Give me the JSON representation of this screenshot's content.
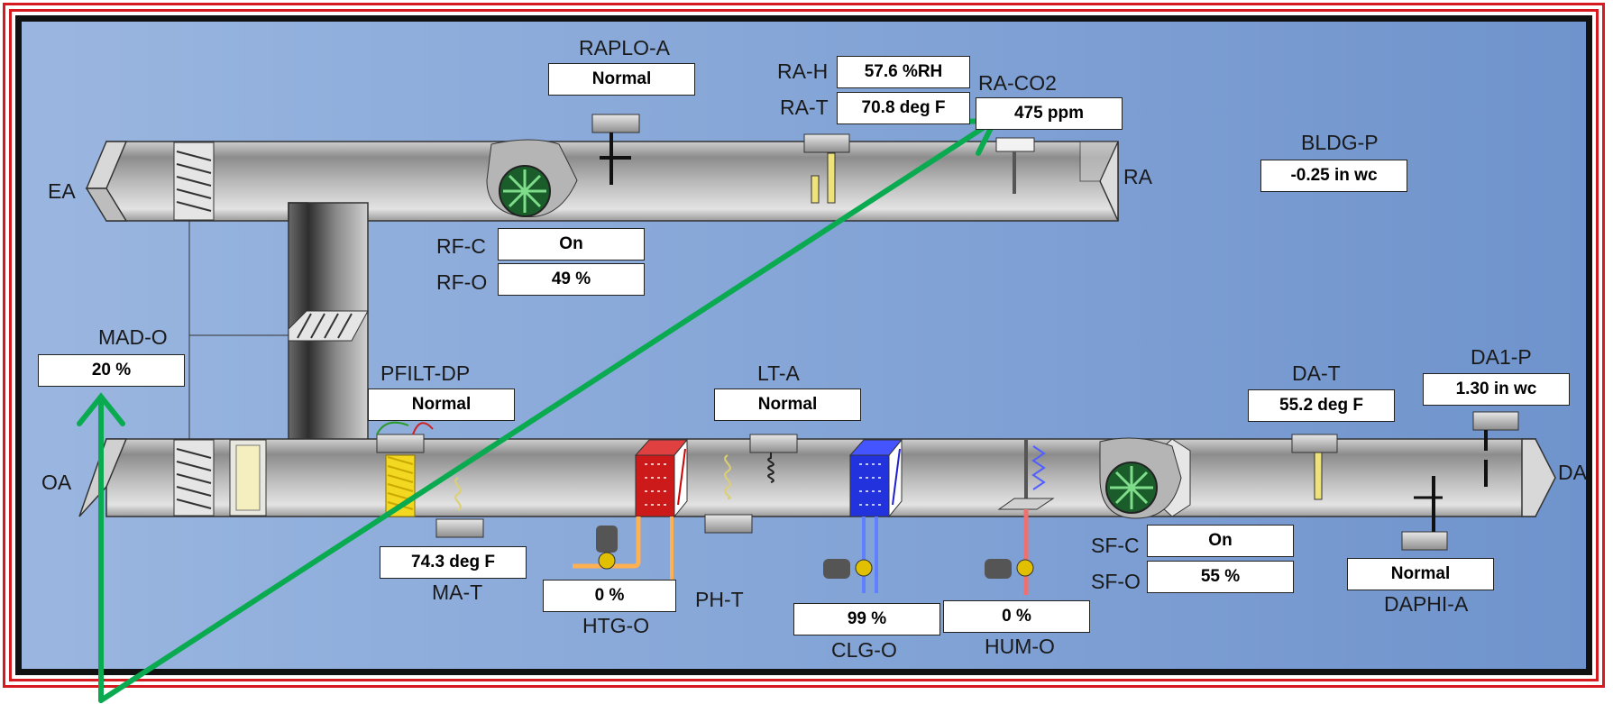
{
  "points": {
    "raplo_a": {
      "label": "RAPLO-A",
      "value": "Normal"
    },
    "ra_h": {
      "label": "RA-H",
      "value": "57.6 %RH"
    },
    "ra_t": {
      "label": "RA-T",
      "value": "70.8 deg F"
    },
    "ra_co2": {
      "label": "RA-CO2",
      "value": "475 ppm"
    },
    "bldg_p": {
      "label": "BLDG-P",
      "value": "-0.25 in wc"
    },
    "rf_c": {
      "label": "RF-C",
      "value": "On"
    },
    "rf_o": {
      "label": "RF-O",
      "value": "49 %"
    },
    "mad_o": {
      "label": "MAD-O",
      "value": "20 %"
    },
    "pfilt_dp": {
      "label": "PFILT-DP",
      "value": "Normal"
    },
    "lt_a": {
      "label": "LT-A",
      "value": "Normal"
    },
    "da_t": {
      "label": "DA-T",
      "value": "55.2 deg F"
    },
    "da1_p": {
      "label": "DA1-P",
      "value": "1.30 in wc"
    },
    "ma_t": {
      "label": "MA-T",
      "value": "74.3 deg F"
    },
    "htg_o": {
      "label": "HTG-O",
      "value": "0 %"
    },
    "ph_t": {
      "label": "PH-T"
    },
    "clg_o": {
      "label": "CLG-O",
      "value": "99 %"
    },
    "hum_o": {
      "label": "HUM-O",
      "value": "0 %"
    },
    "sf_c": {
      "label": "SF-C",
      "value": "On"
    },
    "sf_o": {
      "label": "SF-O",
      "value": "55 %"
    },
    "daphi_a": {
      "label": "DAPHI-A",
      "value": "Normal"
    }
  },
  "duct_labels": {
    "ea": "EA",
    "ra": "RA",
    "oa": "OA",
    "da": "DA"
  },
  "colors": {
    "annotation_arrow": "#0aaa50",
    "frame_red": "#d71920",
    "heating_coil": "#cc1a1a",
    "cooling_coil": "#2233dd"
  }
}
